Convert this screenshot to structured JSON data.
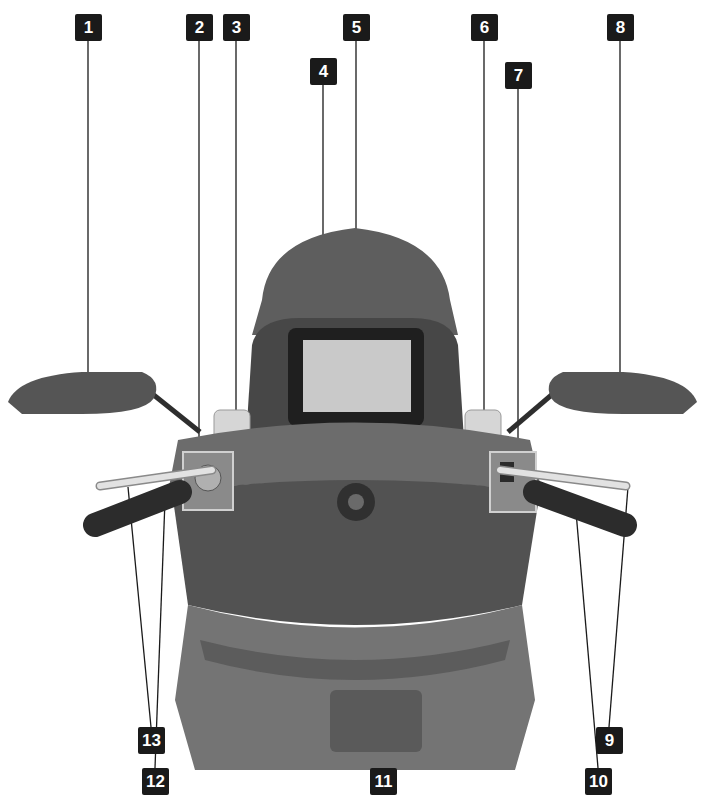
{
  "diagram": {
    "labels": [
      "1",
      "2",
      "3",
      "5",
      "6",
      "8",
      "4",
      "7",
      "13",
      "9",
      "12",
      "11",
      "10"
    ]
  }
}
